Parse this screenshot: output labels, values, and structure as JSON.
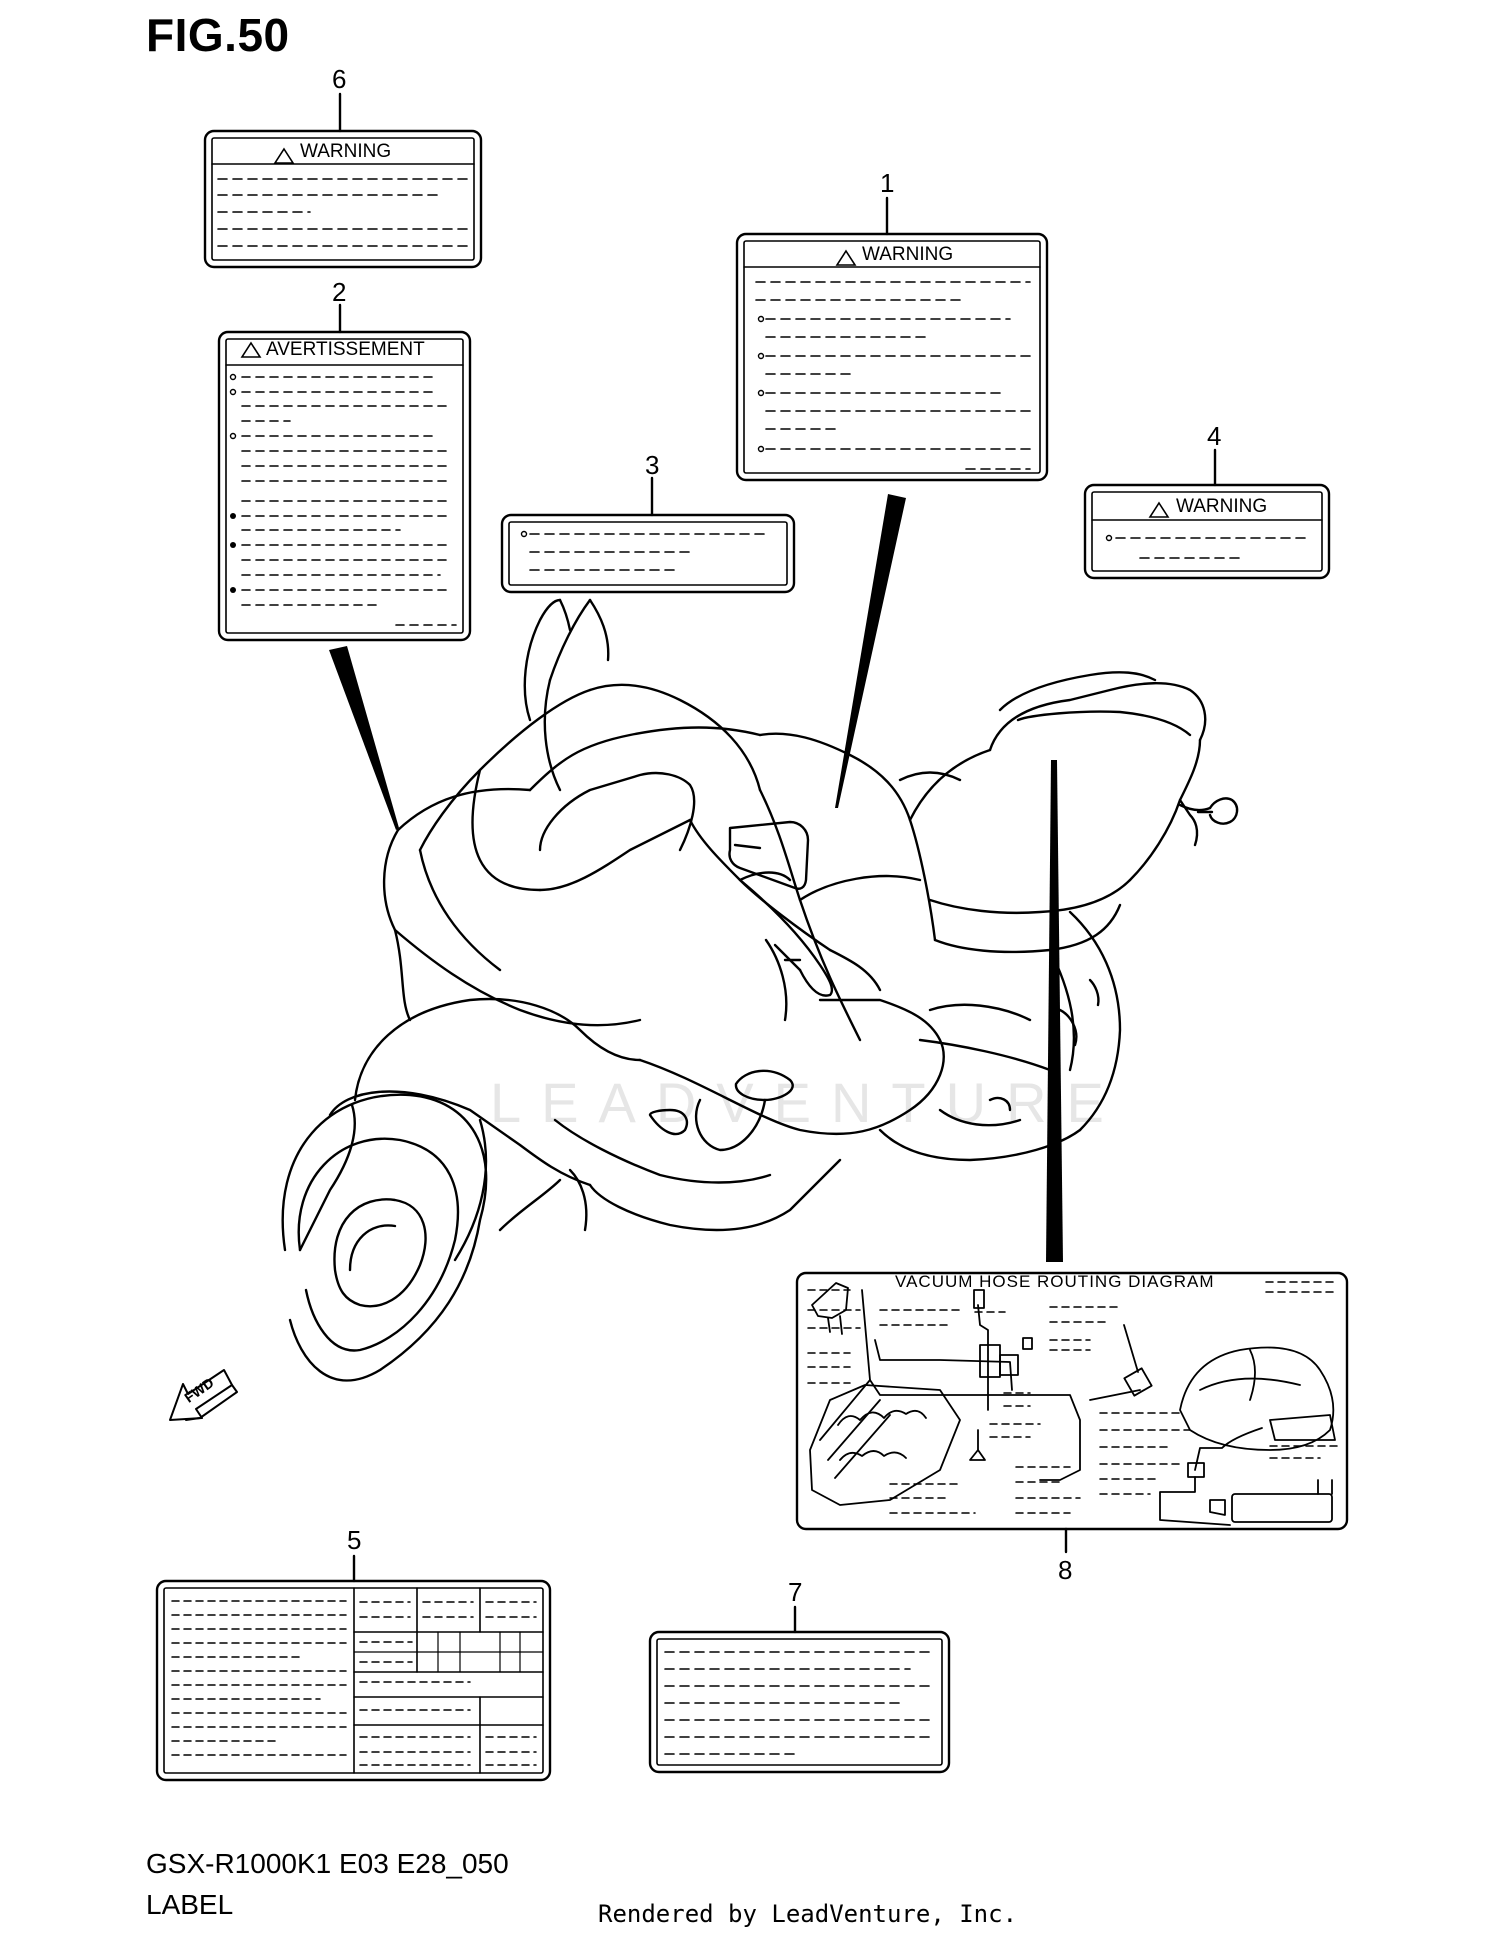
{
  "figure": {
    "title": "FIG.50"
  },
  "watermark": "LEADVENTURE",
  "fwd_label": "FWD",
  "callouts": [
    "6",
    "2",
    "1",
    "3",
    "4",
    "5",
    "7",
    "8"
  ],
  "labels": {
    "label_1": {
      "heading": "WARNING"
    },
    "label_2": {
      "heading": "AVERTISSEMENT"
    },
    "label_4": {
      "heading": "WARNING"
    },
    "label_6": {
      "heading": "WARNING"
    },
    "label_8": {
      "heading": "VACUUM HOSE ROUTING DIAGRAM"
    }
  },
  "footer": {
    "model": "GSX-R1000K1 E03 E28_050",
    "section": "LABEL",
    "rendered_by": "Rendered by LeadVenture, Inc."
  }
}
